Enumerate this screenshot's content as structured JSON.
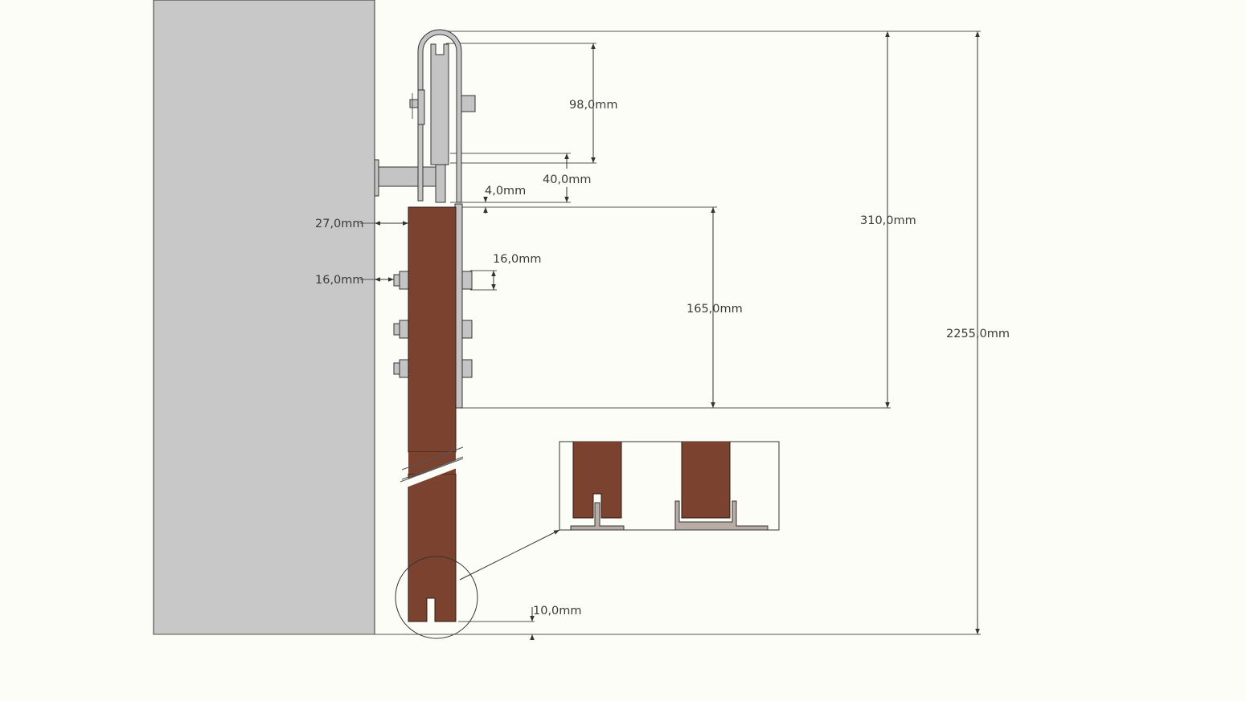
{
  "colors": {
    "background": "#fdfdf8",
    "wall": "#c8c8c8",
    "door_wood": "#7b4230",
    "hardware_metal": "#c4c4c4",
    "track_guide": "#b8aca4",
    "line": "#555555"
  },
  "dimensions": {
    "wall_gap": "27,0mm",
    "spacer": "16,0mm",
    "bolt": "16,0mm",
    "roller_height": "98,0mm",
    "rail_height": "40,0mm",
    "rail_clearance": "4,0mm",
    "strap_length": "165,0mm",
    "hardware_total": "310,0mm",
    "overall_height": "2255,0mm",
    "floor_gap": "10,0mm"
  },
  "icons": [
    "roller-wheel-icon",
    "bolt-icon",
    "floor-guide-icon",
    "arrow-icon"
  ]
}
